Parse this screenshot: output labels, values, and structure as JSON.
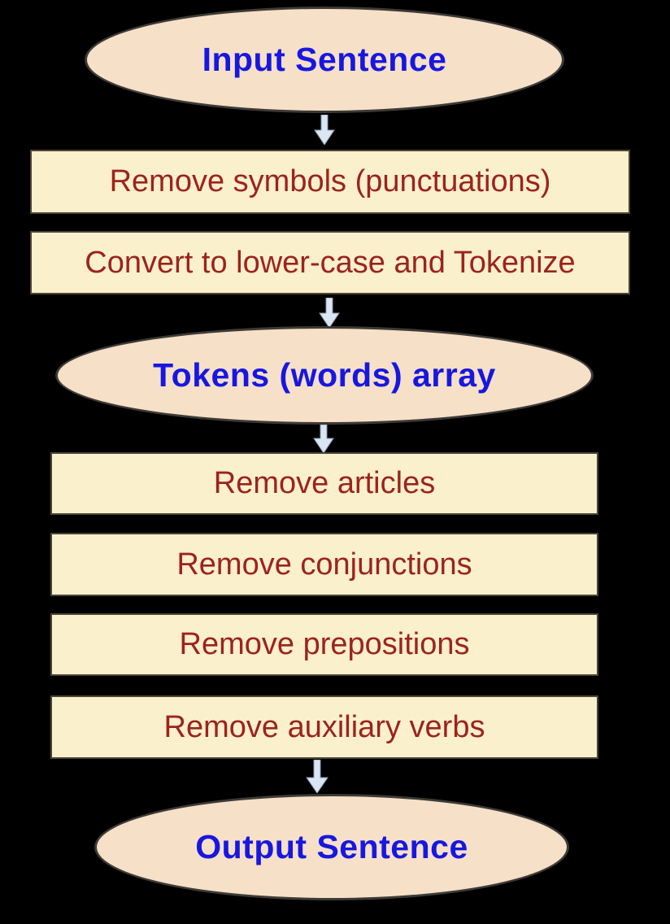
{
  "diagram": {
    "title": "Text preprocessing flowchart",
    "colors": {
      "background": "#000000",
      "ellipse_fill": "#f6e0c8",
      "rect_fill": "#faf0cc",
      "ellipse_text": "#1717e0",
      "rect_text": "#9c231d",
      "arrow_fill": "#dbe6f4"
    },
    "nodes": [
      {
        "id": "input-sentence",
        "type": "ellipse",
        "label": "Input Sentence"
      },
      {
        "id": "remove-symbols",
        "type": "rect",
        "label": "Remove symbols (punctuations)"
      },
      {
        "id": "convert-tokenize",
        "type": "rect",
        "label": "Convert to lower-case and Tokenize"
      },
      {
        "id": "tokens-array",
        "type": "ellipse",
        "label": "Tokens (words) array"
      },
      {
        "id": "remove-articles",
        "type": "rect",
        "label": "Remove articles"
      },
      {
        "id": "remove-conjunctions",
        "type": "rect",
        "label": "Remove conjunctions"
      },
      {
        "id": "remove-prepositions",
        "type": "rect",
        "label": "Remove prepositions"
      },
      {
        "id": "remove-auxiliary-verbs",
        "type": "rect",
        "label": "Remove auxiliary verbs"
      },
      {
        "id": "output-sentence",
        "type": "ellipse",
        "label": "Output Sentence"
      }
    ],
    "edges": [
      {
        "from": "input-sentence",
        "to": "remove-symbols"
      },
      {
        "from": "convert-tokenize",
        "to": "tokens-array"
      },
      {
        "from": "tokens-array",
        "to": "remove-articles"
      },
      {
        "from": "remove-auxiliary-verbs",
        "to": "output-sentence"
      }
    ]
  }
}
